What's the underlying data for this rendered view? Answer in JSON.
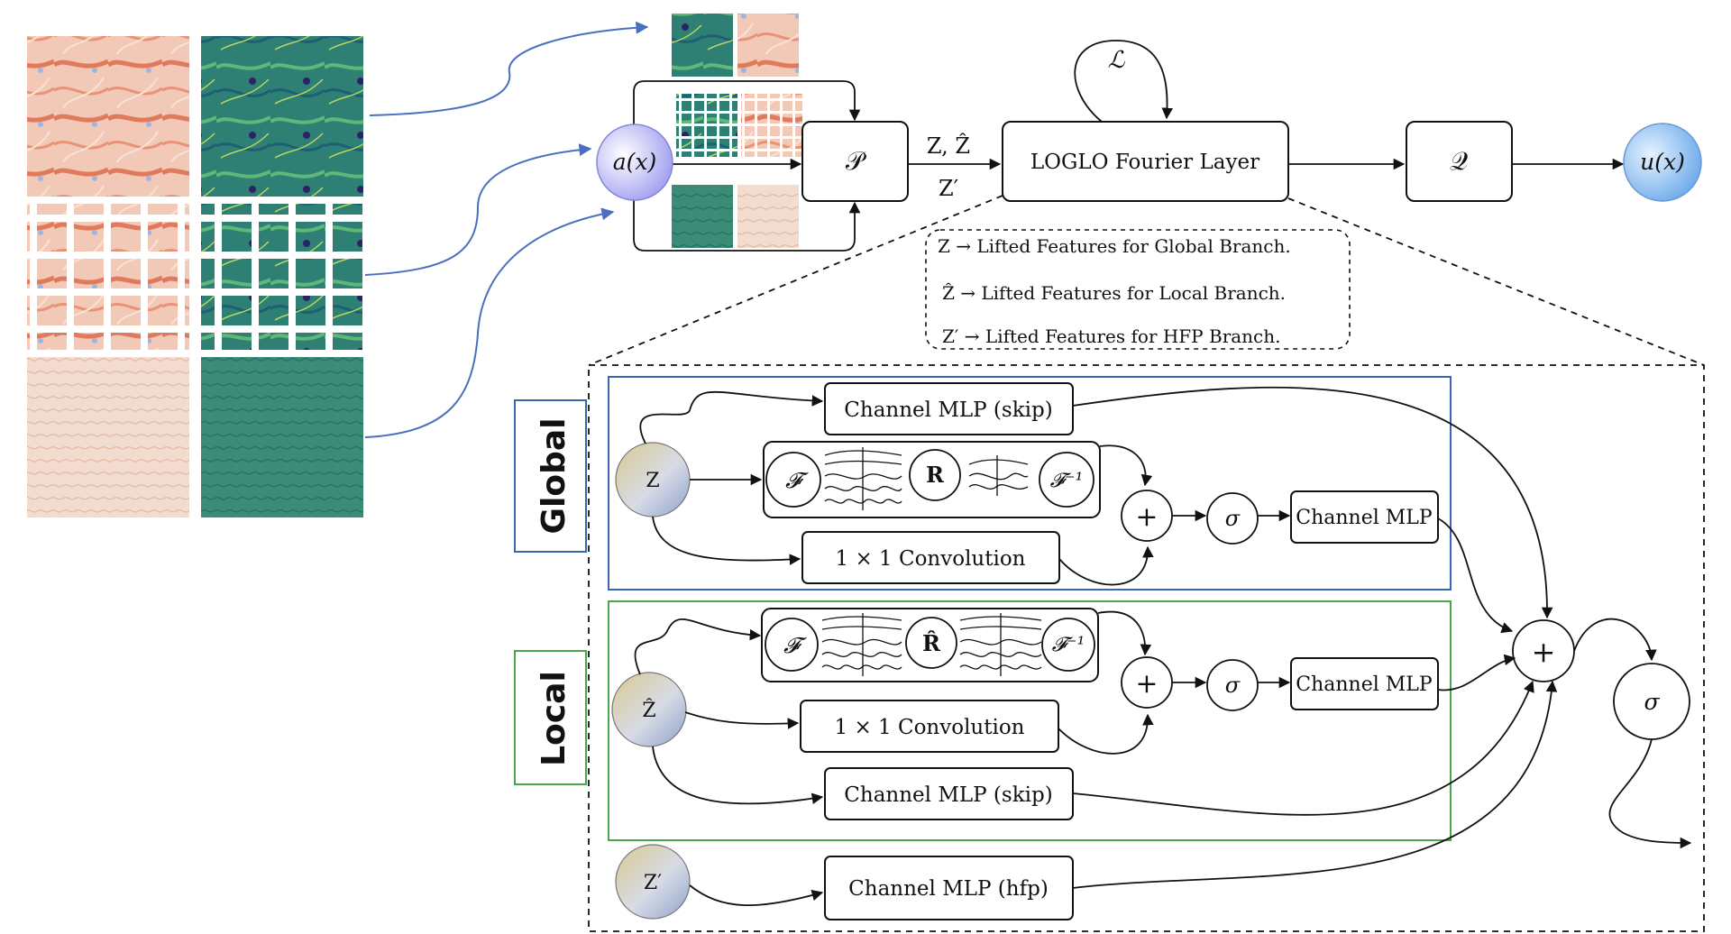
{
  "pipeline": {
    "input_label": "a(x)",
    "lift_label": "𝒫",
    "lifted_top": "Z, Ẑ",
    "lifted_bottom": "Z′",
    "loglo_label": "LOGLO Fourier Layer",
    "loss_label": "ℒ",
    "proj_label": "𝒬",
    "output_label": "u(x)"
  },
  "legend": {
    "line1": "Z  →  Lifted Features for Global Branch.",
    "line2": "Ẑ  →  Lifted Features for Local Branch.",
    "line3": "Z′  →  Lifted Features for HFP Branch."
  },
  "global_branch": {
    "title": "Global",
    "node": "Z",
    "skip": "Channel MLP (skip)",
    "fourier": "𝓕",
    "weight": "R",
    "inverse": "𝓕⁻¹",
    "conv": "1 × 1  Convolution",
    "plus": "+",
    "act": "σ",
    "mlp": "Channel MLP"
  },
  "local_branch": {
    "title": "Local",
    "node": "Ẑ",
    "fourier": "𝓕",
    "weight": "R̂",
    "inverse": "𝓕⁻¹",
    "conv": "1 × 1  Convolution",
    "plus": "+",
    "act": "σ",
    "mlp": "Channel MLP",
    "skip": "Channel MLP (skip)"
  },
  "hfp_branch": {
    "node": "Z′",
    "mlp": "Channel MLP (hfp)"
  },
  "merge": {
    "plus": "+",
    "act": "σ"
  },
  "colors": {
    "global_border": "#3a66b0",
    "local_border": "#4aa64a",
    "input_node": "#a9a8ee",
    "output_node": "#7fb4ea",
    "field_red": "#e9a88f",
    "field_green": "#2f8a78"
  }
}
